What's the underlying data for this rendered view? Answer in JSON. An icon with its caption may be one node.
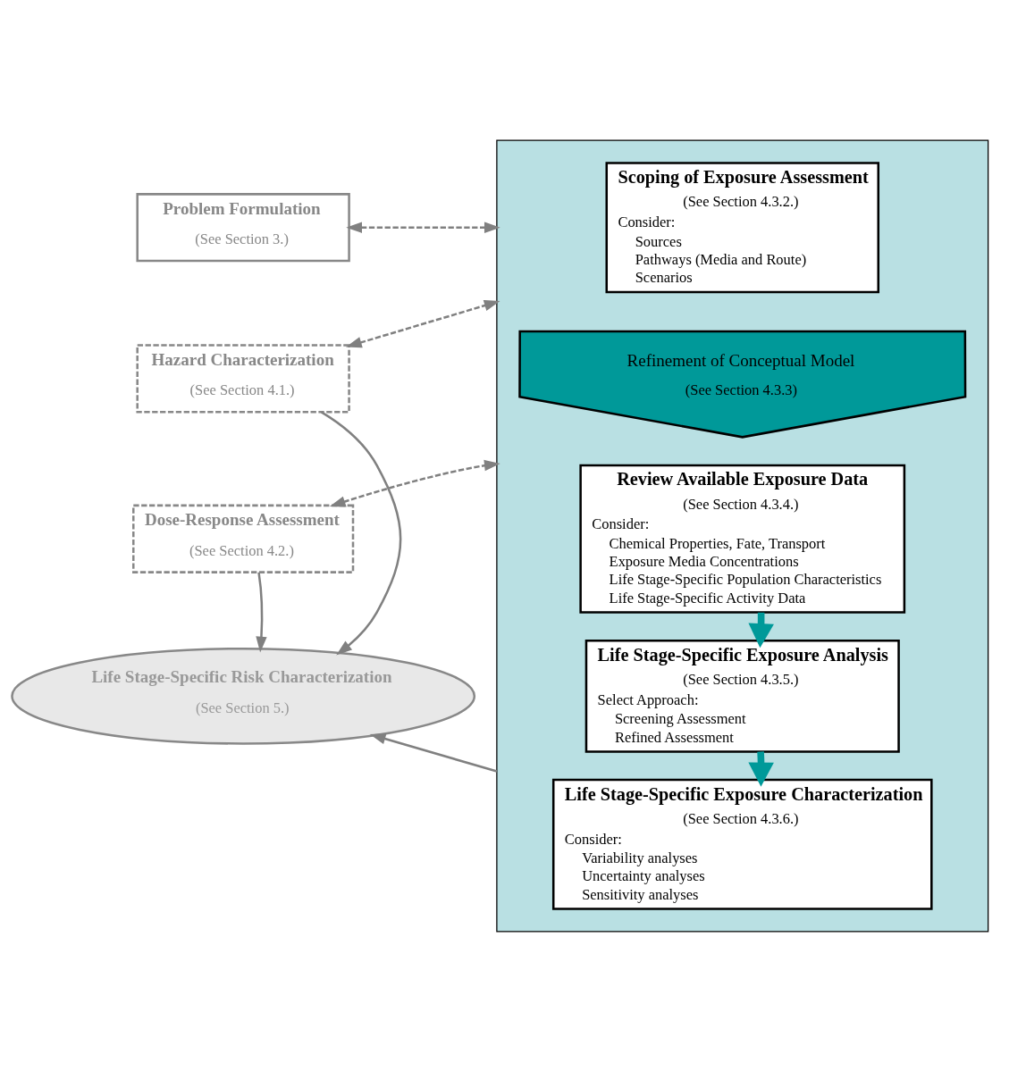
{
  "diagram": {
    "nodes": [
      {
        "text": [
          "Problem Formulation",
          "(See Section 3.)"
        ]
      },
      {
        "text": [
          "Hazard Characterization",
          "(See Section 4.1.)"
        ]
      },
      {
        "text": [
          "Dose-Response Assessment",
          "(See Section 4.2.)"
        ]
      },
      {
        "text": [
          "Life Stage-Specific Risk Characterization",
          "(See Section 5.)"
        ]
      },
      {
        "text": [],
        "shape": "box"
      },
      {
        "text": [
          "Scoping of Exposure Assessment",
          "(See Section 4.3.2.)",
          "Consider:",
          "Sources",
          "Pathways (Media and Route)",
          "Scenarios"
        ],
        "in": 4
      },
      {
        "text": [
          "Refinement of Conceptual Model",
          "(See Section 4.3.3)"
        ],
        "in": 4
      },
      {
        "text": [
          "Review Available Exposure Data",
          "(See Section 4.3.4.)",
          "Consider:",
          "Chemical Properties, Fate, Transport",
          "Exposure Media Concentrations",
          "Life Stage-Specific Population Characteristics",
          "Life Stage-Specific Activity Data"
        ],
        "in": 4
      },
      {
        "text": [
          "Life Stage-Specific Exposure Analysis",
          "(See Section 4.3.5.)",
          "Select Approach:",
          "Screening Assessment",
          "Refined Assessment"
        ],
        "in": 4
      },
      {
        "text": [
          "Life Stage-Specific Exposure Characterization",
          "(See Section 4.3.6.)",
          "Consider:",
          "Variability analyses",
          "Uncertainty analyses",
          "Sensitivity analyses"
        ],
        "in": 4
      }
    ],
    "edges": [
      {
        "from": 0,
        "to": 4,
        "arrow": "both",
        "style": "dashed"
      },
      {
        "from": 1,
        "to": 4,
        "arrow": "both",
        "style": "dashed"
      },
      {
        "from": 2,
        "to": 4,
        "arrow": "both",
        "style": "dashed"
      },
      {
        "from": 1,
        "to": 3,
        "arrow": "to"
      },
      {
        "from": 2,
        "to": 3,
        "arrow": "to"
      },
      {
        "from": 4,
        "to": 3,
        "arrow": "to"
      },
      {
        "from": 7,
        "to": 8,
        "arrow": "to",
        "style": "thick",
        "color": "#009999"
      },
      {
        "from": 8,
        "to": 9,
        "arrow": "to",
        "style": "thick",
        "color": "#009999"
      }
    ]
  }
}
